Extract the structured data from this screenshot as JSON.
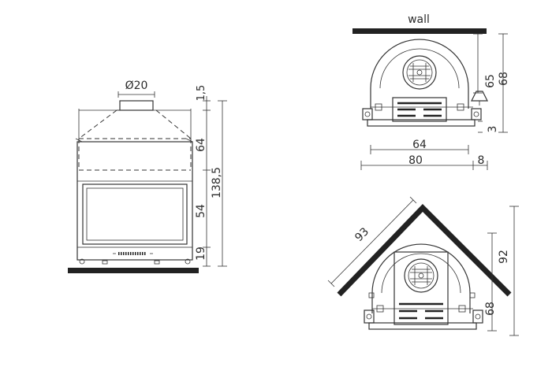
{
  "front_view": {
    "flue_diameter": "Ø20",
    "dim_collar": "1,5",
    "dim_hood": "64",
    "dim_total": "138,5",
    "dim_glass": "54",
    "dim_base": "19"
  },
  "top_view_wall": {
    "wall_label": "wall",
    "dim_depth": "65",
    "dim_depth_total": "68",
    "dim_offset": "3",
    "dim_width_inner": "64",
    "dim_width_outer": "80",
    "dim_side": "8"
  },
  "top_view_corner": {
    "dim_diagonal": "93",
    "dim_height": "92",
    "dim_depth": "68"
  }
}
